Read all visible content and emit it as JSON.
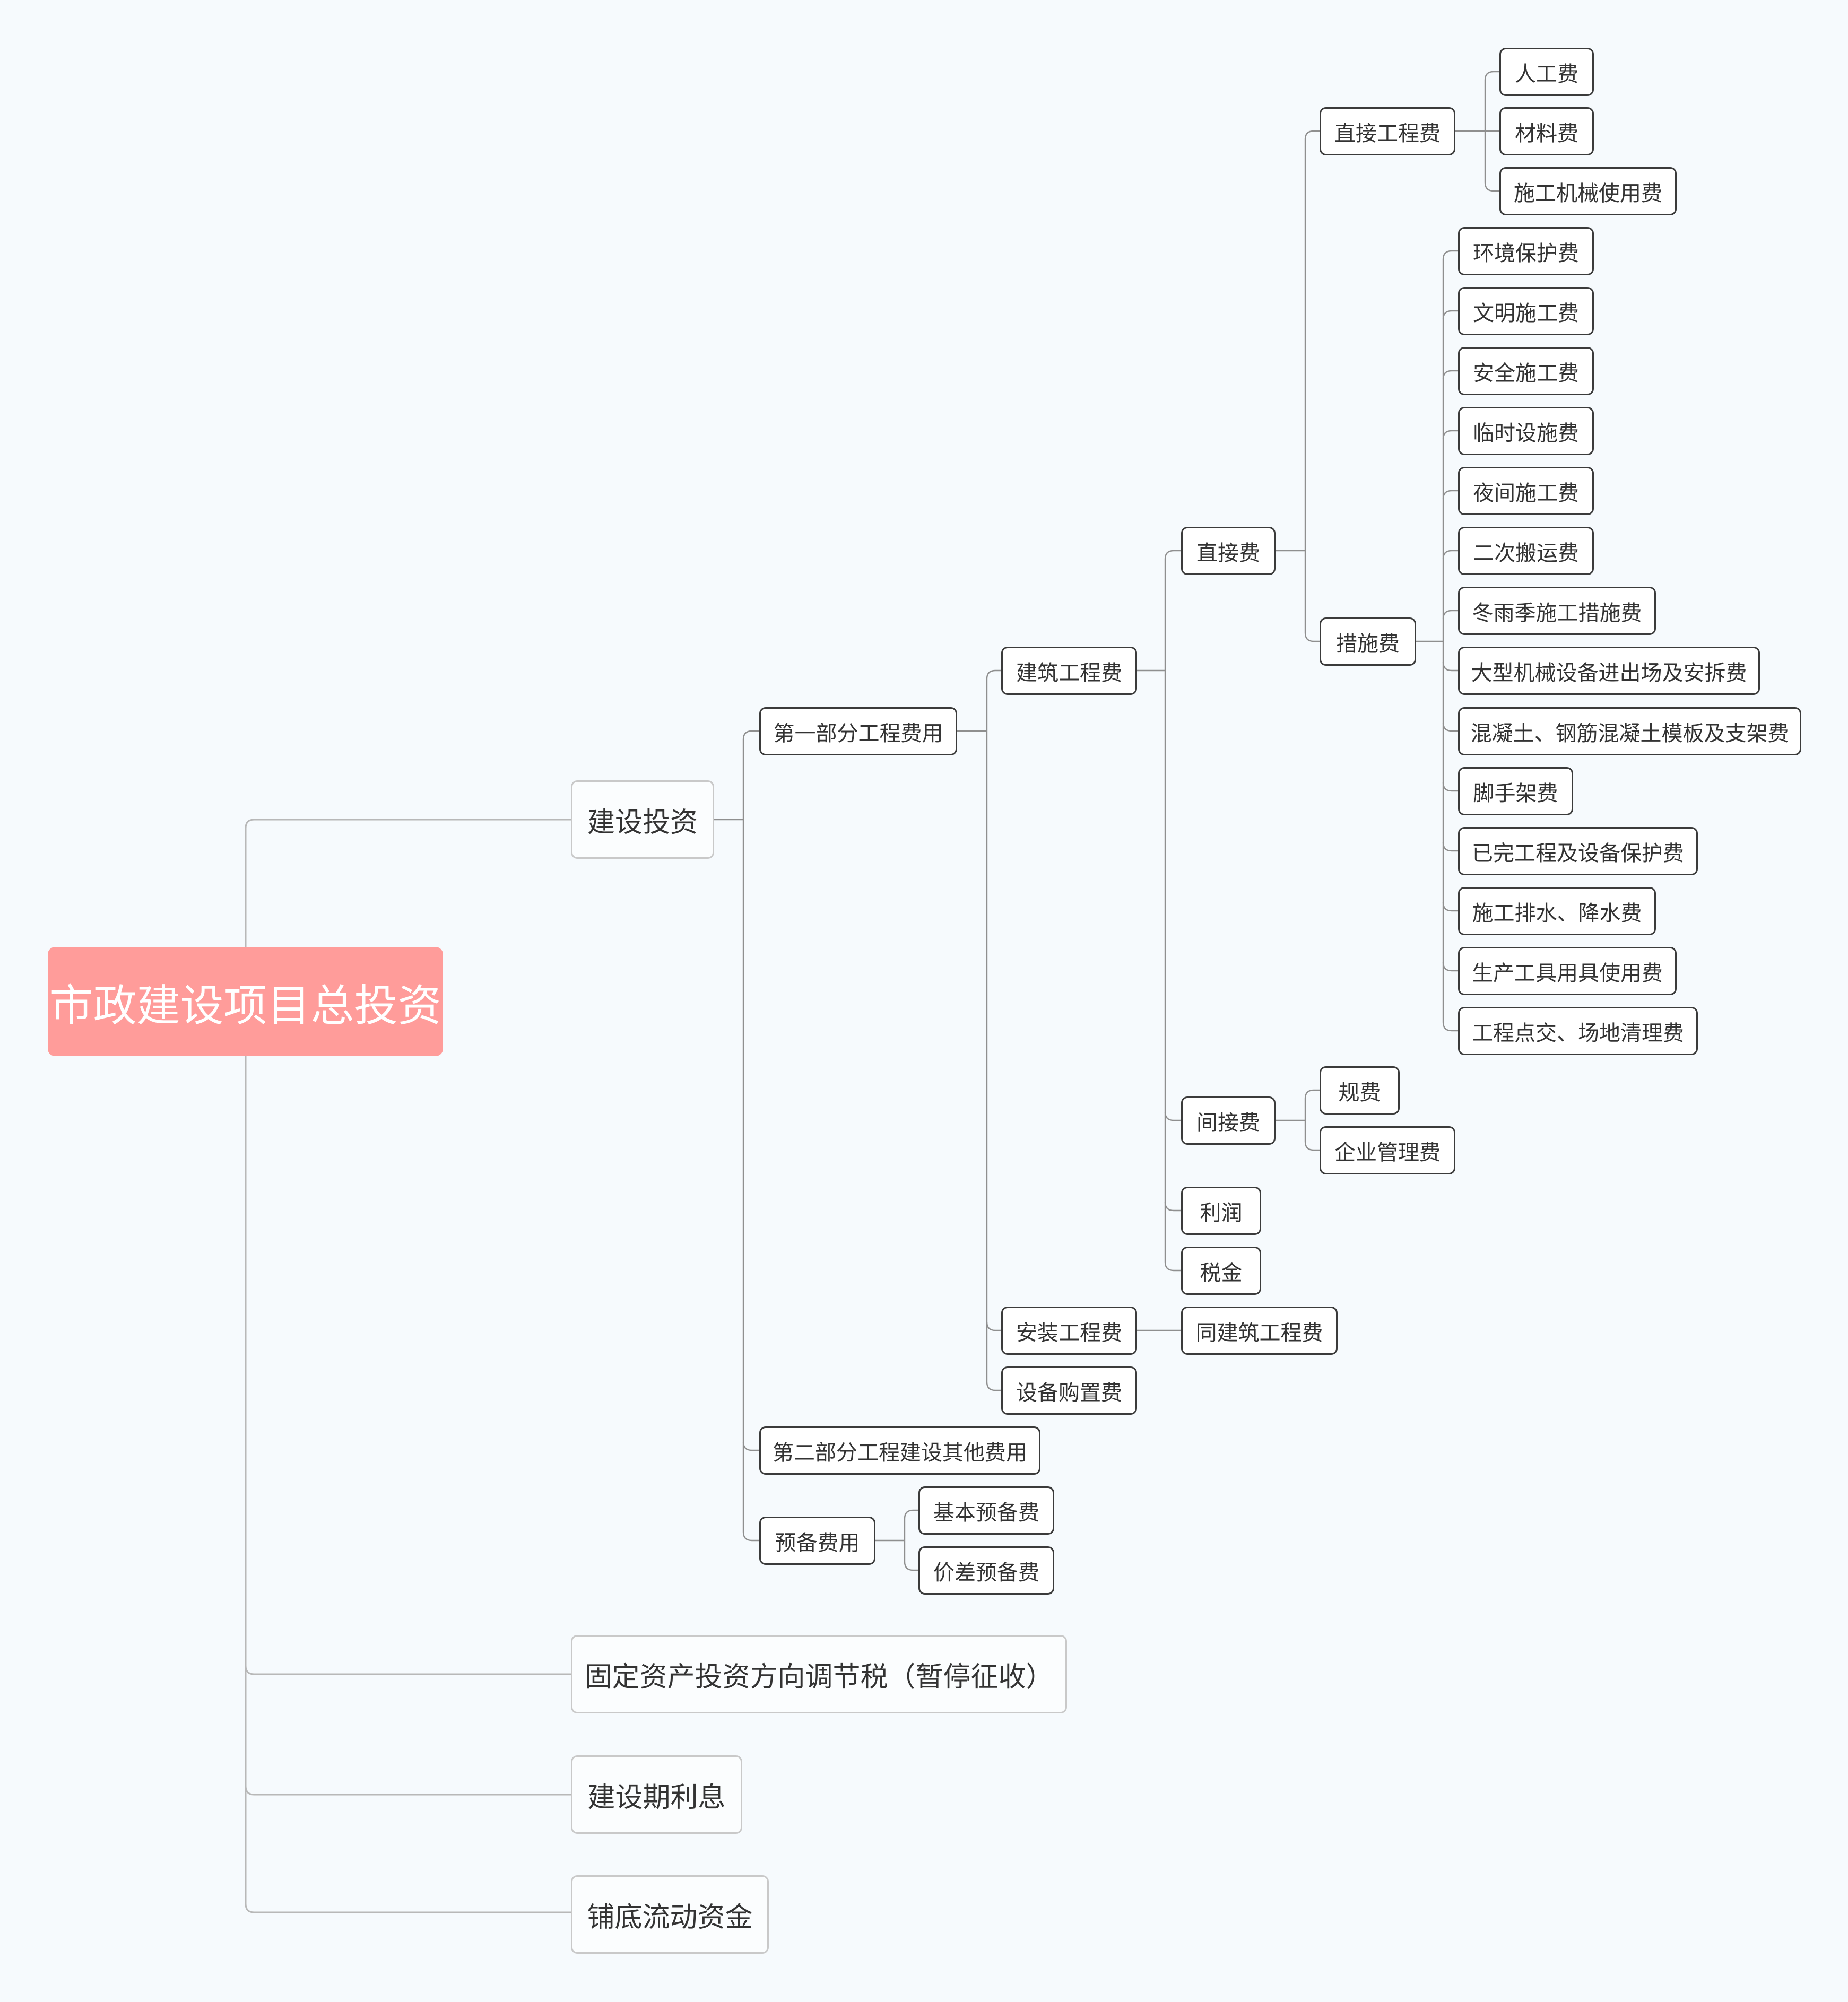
{
  "diagram": {
    "root": "市政建设项目总投资",
    "level1": [
      {
        "label": "建设投资",
        "children": [
          {
            "label": "第一部分工程费用",
            "children": [
              {
                "label": "建筑工程费",
                "children": [
                  {
                    "label": "直接费",
                    "children": [
                      {
                        "label": "直接工程费",
                        "children": [
                          "人工费",
                          "材料费",
                          "施工机械使用费"
                        ]
                      },
                      {
                        "label": "措施费",
                        "children": [
                          "环境保护费",
                          "文明施工费",
                          "安全施工费",
                          "临时设施费",
                          "夜间施工费",
                          "二次搬运费",
                          "冬雨季施工措施费",
                          "大型机械设备进出场及安拆费",
                          "混凝土、钢筋混凝土模板及支架费",
                          "脚手架费",
                          "已完工程及设备保护费",
                          "施工排水、降水费",
                          "生产工具用具使用费",
                          "工程点交、场地清理费"
                        ]
                      }
                    ]
                  },
                  {
                    "label": "间接费",
                    "children": [
                      "规费",
                      "企业管理费"
                    ]
                  },
                  {
                    "label": "利润"
                  },
                  {
                    "label": "税金"
                  }
                ]
              },
              {
                "label": "安装工程费",
                "children": [
                  "同建筑工程费"
                ]
              },
              {
                "label": "设备购置费"
              }
            ]
          },
          {
            "label": "第二部分工程建设其他费用"
          },
          {
            "label": "预备费用",
            "children": [
              "基本预备费",
              "价差预备费"
            ]
          }
        ]
      },
      {
        "label": "固定资产投资方向调节税（暂停征收）"
      },
      {
        "label": "建设期利息"
      },
      {
        "label": "铺底流动资金"
      }
    ]
  },
  "colors": {
    "background": "#f6fafd",
    "root_fill": "#ff9c9a",
    "root_text": "#ffffff",
    "node_border": "#3b3b3b",
    "level1_border": "#c9c9c9",
    "connector": "#8f8f8f"
  }
}
